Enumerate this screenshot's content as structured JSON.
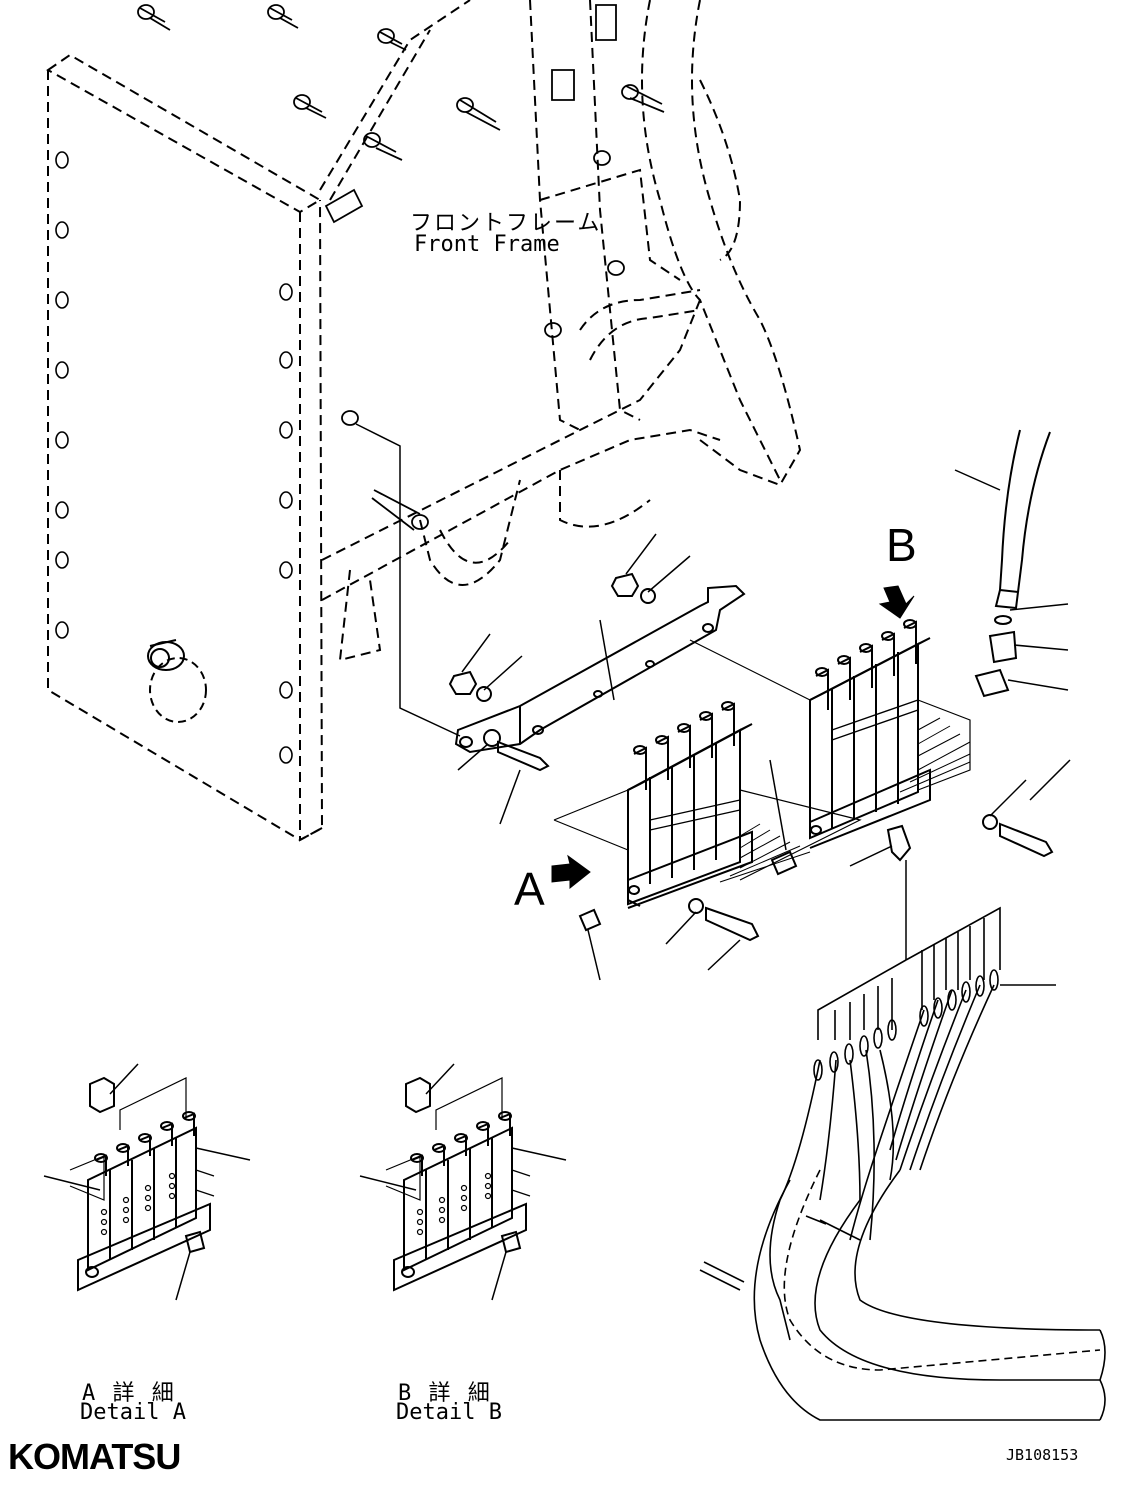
{
  "labels": {
    "front_frame_jp": "フロントフレーム",
    "front_frame_en": "Front Frame",
    "callout_a": "A",
    "callout_b": "B",
    "detail_a_jp": "A 詳 細",
    "detail_a_en": "Detail A",
    "detail_b_jp": "B 詳 細",
    "detail_b_en": "Detail B"
  },
  "brand": {
    "logo_text": "KOMATSU"
  },
  "drawing": {
    "code": "JB108153"
  },
  "colors": {
    "line": "#000000",
    "background": "#ffffff"
  },
  "icons": [
    "arrow-a-icon",
    "arrow-b-icon"
  ]
}
